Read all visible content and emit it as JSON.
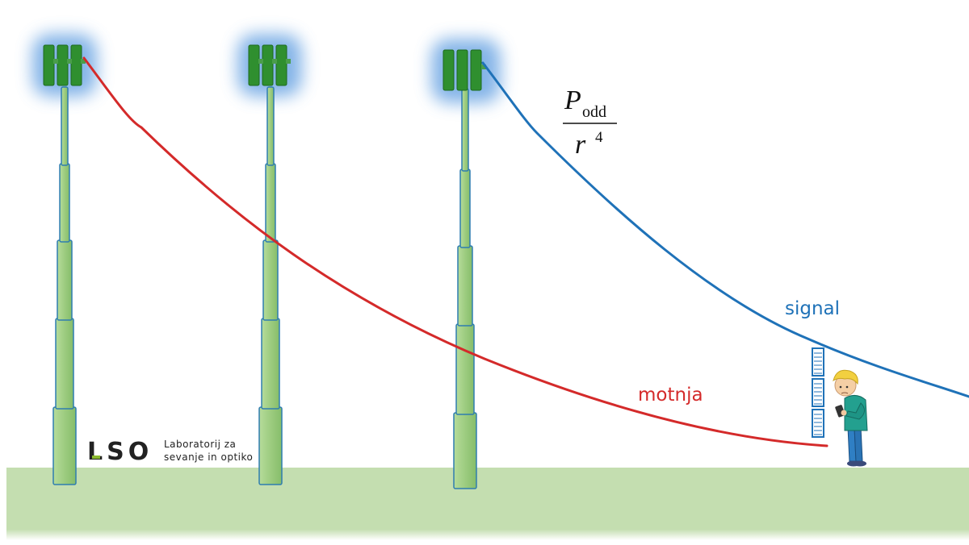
{
  "curves": {
    "interference_label": "motnja",
    "signal_label": "signal",
    "interference_color": "#d42a2a",
    "signal_color": "#1f72b8"
  },
  "formula": {
    "numerator_symbol": "P",
    "numerator_subscript": "odd",
    "denominator_symbol": "r",
    "denominator_exponent": "4"
  },
  "logo": {
    "mark": "LSO",
    "line1": "Laboratorij za",
    "line2": "sevanje in optiko",
    "accent_color": "#8ab92d"
  },
  "colors": {
    "ground": "#c4deb0",
    "pole_fill": "#9dcc80",
    "pole_stroke": "#2e7db0",
    "antenna": "#2f8f2f",
    "glow": "#5b9be0",
    "signal_meter": "#1f72b8"
  },
  "icons": [
    "antenna-tower-icon",
    "person-with-phone-icon",
    "signal-strength-icon"
  ]
}
